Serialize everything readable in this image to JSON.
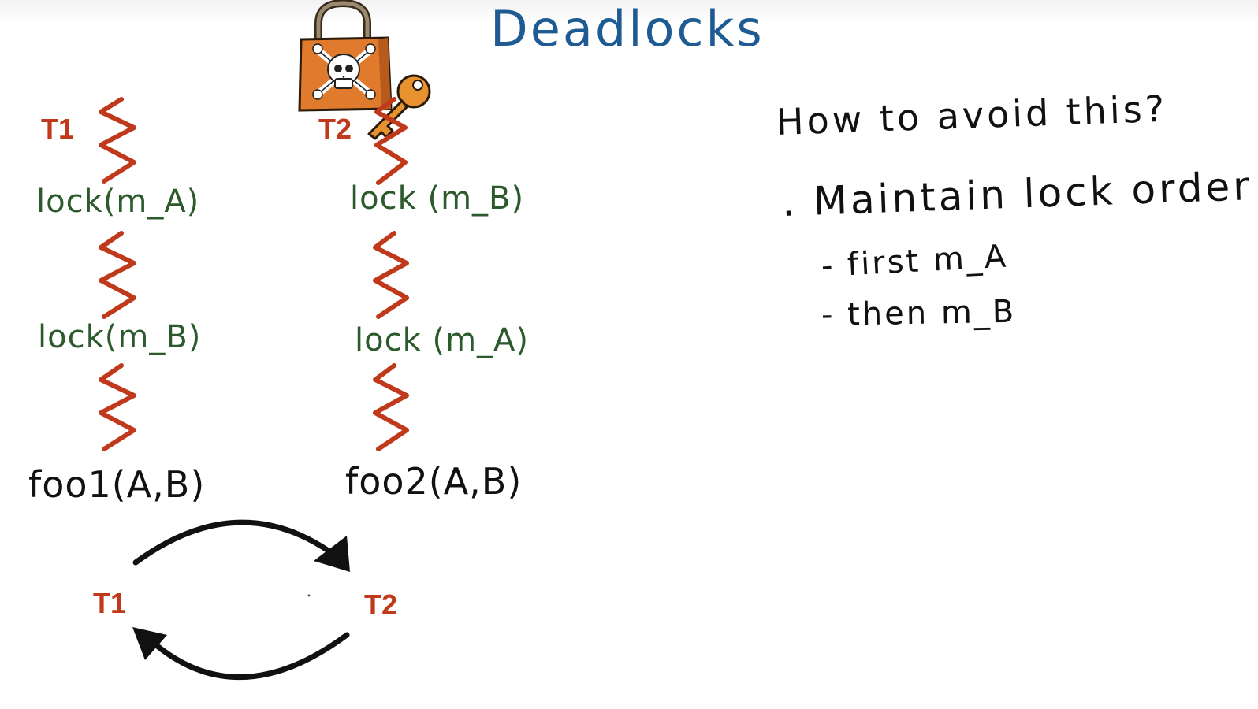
{
  "title": "Deadlocks",
  "thread_columns": [
    {
      "label": "T1",
      "lock_first": "lock(m_A)",
      "lock_second": "lock(m_B)",
      "call": "foo1(A,B)"
    },
    {
      "label": "T2",
      "lock_first": "lock (m_B)",
      "lock_second": "lock (m_A)",
      "call": "foo2(A,B)"
    }
  ],
  "wait_cycle": {
    "left_node": "T1",
    "right_node": "T2"
  },
  "notes": {
    "question": "How to avoid this?",
    "heading": ". Maintain lock order",
    "step_first": "- first  m_A",
    "step_then": "- then  m_B"
  },
  "colors": {
    "title": "#1f5b93",
    "thread_label": "#c0391b",
    "squiggle": "#c0391b",
    "lock_text": "#2c5a2c",
    "ink": "#111111",
    "padlock_body": "#e07a2c",
    "key": "#e8922f"
  },
  "icons": {
    "padlock": "padlock-skull-icon",
    "key": "key-icon"
  }
}
